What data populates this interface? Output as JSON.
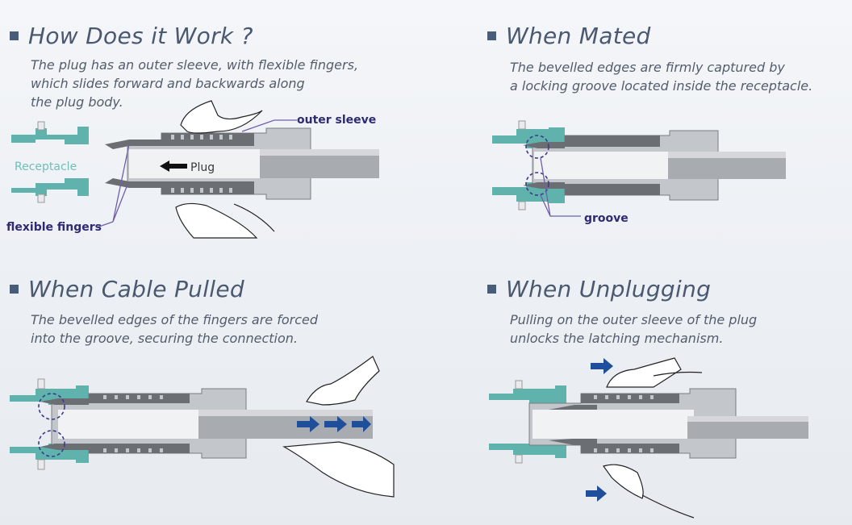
{
  "panels": {
    "how": {
      "title": "How Does it Work ?",
      "description": "The plug has an outer sleeve, with flexible fingers,\nwhich slides forward and backwards along\nthe plug body.",
      "labels": {
        "outer_sleeve": "outer sleeve",
        "plug": "Plug",
        "receptacle": "Receptacle",
        "flexible_fingers": "flexible fingers"
      }
    },
    "mated": {
      "title": "When Mated",
      "description": "The bevelled edges are firmly captured by\na locking groove located inside the receptacle.",
      "labels": {
        "groove": "groove"
      }
    },
    "pulled": {
      "title": "When Cable Pulled",
      "description": "The bevelled edges of the fingers are forced\ninto the groove, securing the connection."
    },
    "unplugging": {
      "title": "When Unplugging",
      "description": "Pulling on the outer sleeve of the plug\nunlocks the latching mechanism."
    }
  },
  "colors": {
    "teal": "#5fb3ac",
    "metal_dark": "#6b6e73",
    "metal_light": "#c3c6ca",
    "label_dark": "#2e2a73",
    "arrow_blue": "#1f4f9a",
    "circle_dashed": "#3c3a8c"
  }
}
